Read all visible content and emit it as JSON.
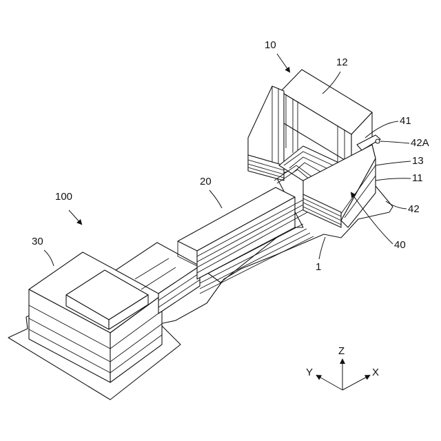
{
  "labels": {
    "l100": "100",
    "l30": "30",
    "l20": "20",
    "l10": "10",
    "l12": "12",
    "l41": "41",
    "l42A": "42A",
    "l13": "13",
    "l11": "11",
    "l42": "42",
    "l40": "40",
    "l1": "1"
  },
  "axes": {
    "z": "Z",
    "y": "Y",
    "x": "X"
  }
}
